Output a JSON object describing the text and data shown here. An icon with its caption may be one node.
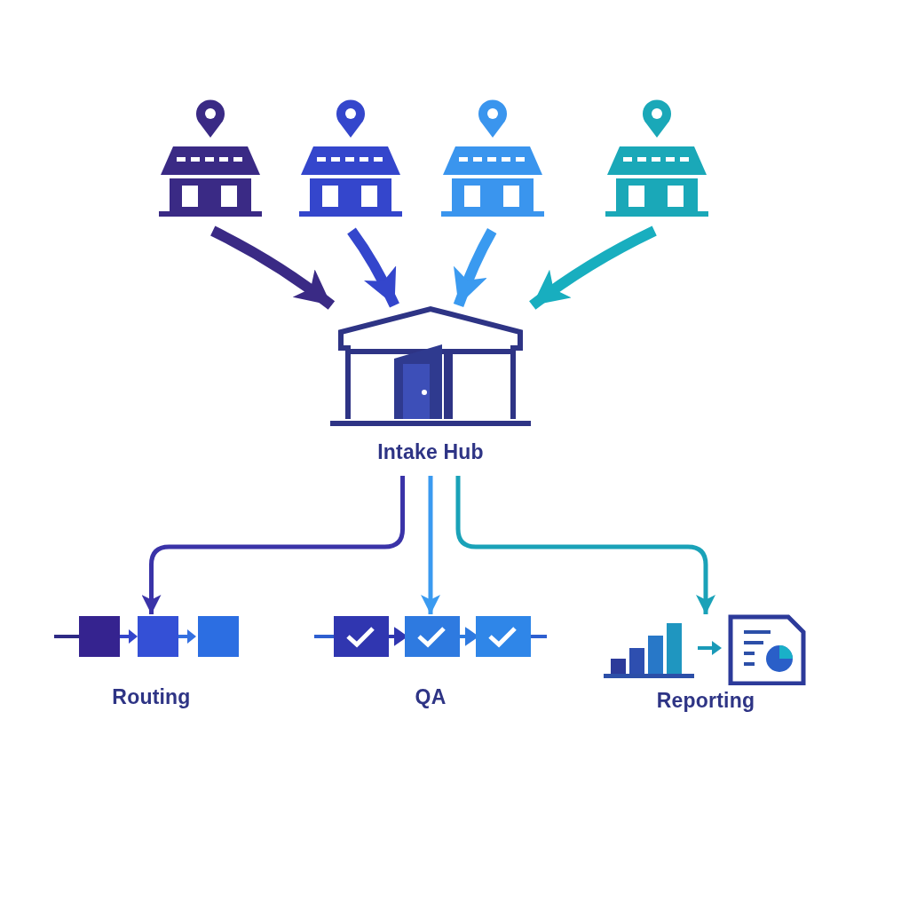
{
  "diagram": {
    "nodes": [
      {
        "text": [],
        "shape": "picture"
      },
      {
        "text": [],
        "shape": "picture"
      },
      {
        "text": [],
        "shape": "picture"
      },
      {
        "text": [],
        "shape": "picture"
      },
      {
        "text": [
          "Intake Hub"
        ]
      },
      {
        "text": [
          "Routing"
        ]
      },
      {
        "text": [
          "QA"
        ]
      },
      {
        "text": [
          "Reporting"
        ]
      }
    ],
    "edges": [
      {
        "from": 0,
        "to": 4,
        "arrow": "to",
        "color": "#3a2a85"
      },
      {
        "from": 1,
        "to": 4,
        "arrow": "to",
        "color": "#3446cc"
      },
      {
        "from": 2,
        "to": 4,
        "arrow": "to",
        "color": "#3a9af0"
      },
      {
        "from": 3,
        "to": 4,
        "arrow": "to",
        "color": "#18aebf"
      },
      {
        "from": 4,
        "to": 5,
        "arrow": "to",
        "color": "#3a33a8"
      },
      {
        "from": 4,
        "to": 6,
        "arrow": "to",
        "color": "#3a9af0"
      },
      {
        "from": 4,
        "to": 7,
        "arrow": "to",
        "color": "#1aa2b8"
      }
    ]
  }
}
